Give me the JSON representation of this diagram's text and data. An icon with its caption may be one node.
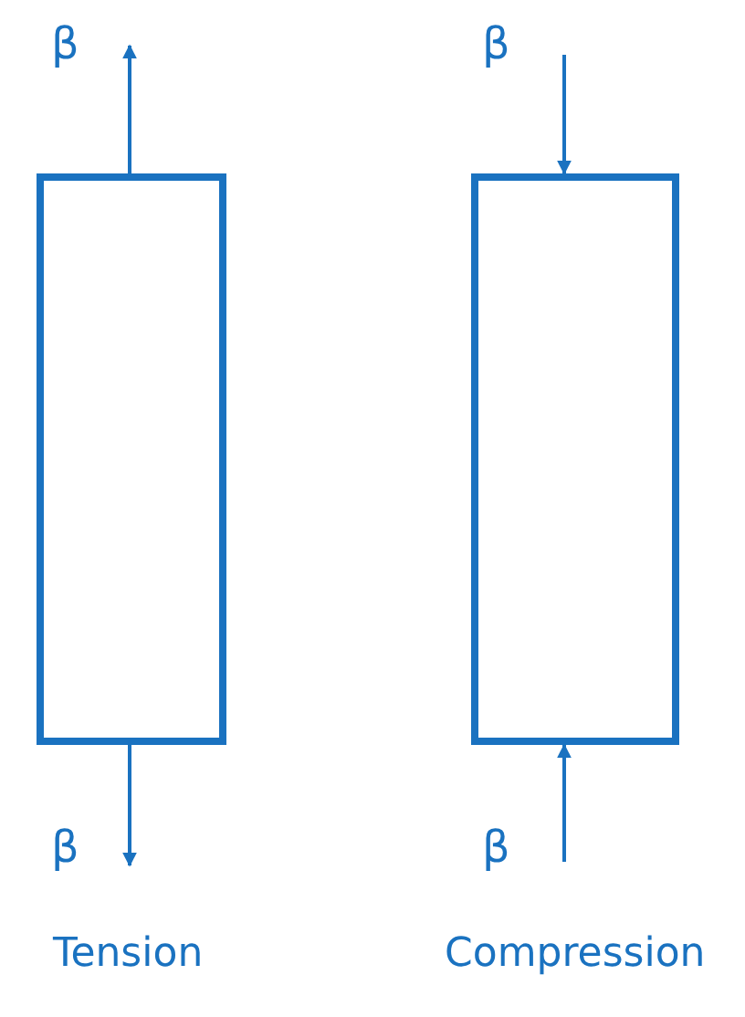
{
  "diagram": {
    "nodes": [
      {
        "text": [],
        "shape": "box"
      },
      {
        "text": [],
        "shape": "box"
      }
    ],
    "labels": [
      "β",
      "β",
      "β",
      "β",
      "Tension",
      "Compression"
    ]
  }
}
